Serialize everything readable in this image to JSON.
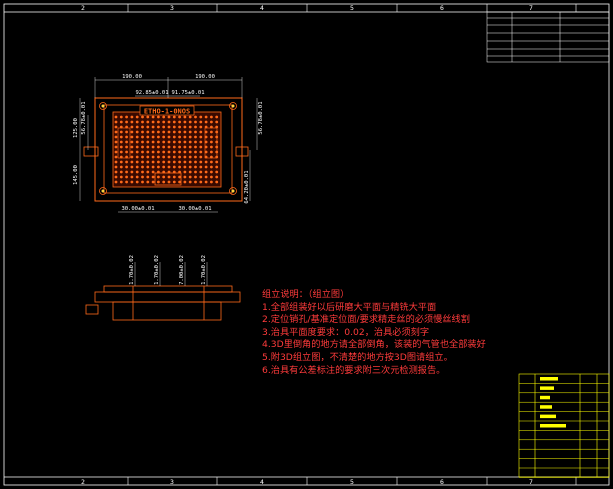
{
  "frame": {
    "column_labels": [
      "2",
      "3",
      "4",
      "5",
      "6",
      "7"
    ],
    "bottom_labels": [
      "2",
      "3",
      "4",
      "5",
      "6",
      "7"
    ]
  },
  "part_label": "ETHO-1-0NOS",
  "top_view_dimensions": {
    "top_left": "190.00",
    "top_right": "190.00",
    "inner_left": "92.85±0.01",
    "inner_right": "91.75±0.01",
    "left_upper": "125.00",
    "left_mid": "56.78±0.01",
    "left_lower": "145.00",
    "right_upper": "56.78±0.01",
    "right_lower": "64.20±0.01",
    "bottom_left": "30.00±0.01",
    "bottom_right": "30.00±0.01"
  },
  "side_view_dimensions": [
    "1.70±0.02",
    "1.70±0.02",
    "7.00±0.02",
    "1.70±0.02"
  ],
  "notes": {
    "title": "组立说明：（组立图）",
    "items": [
      "1.全部组装好以后研磨大平面与精铣大平面",
      "2.定位销孔/基准定位面/要求精走丝的必须慢丝线割",
      "3.治具平面度要求：0.02，治具必须刻字",
      "4.3D里倒角的地方请全部倒角，该装的气管也全部装好",
      "5.附3D组立图，不清楚的地方按3D图请组立。",
      "6.治具有公差标注的要求附三次元检测报告。"
    ]
  },
  "colors": {
    "background": "#000000",
    "frame": "#ffffff",
    "part": "#ff6a1a",
    "dimension": "#ffffff",
    "hole": "#ffd23c",
    "notes": "#ff3b3b",
    "table": "#ffff00"
  }
}
